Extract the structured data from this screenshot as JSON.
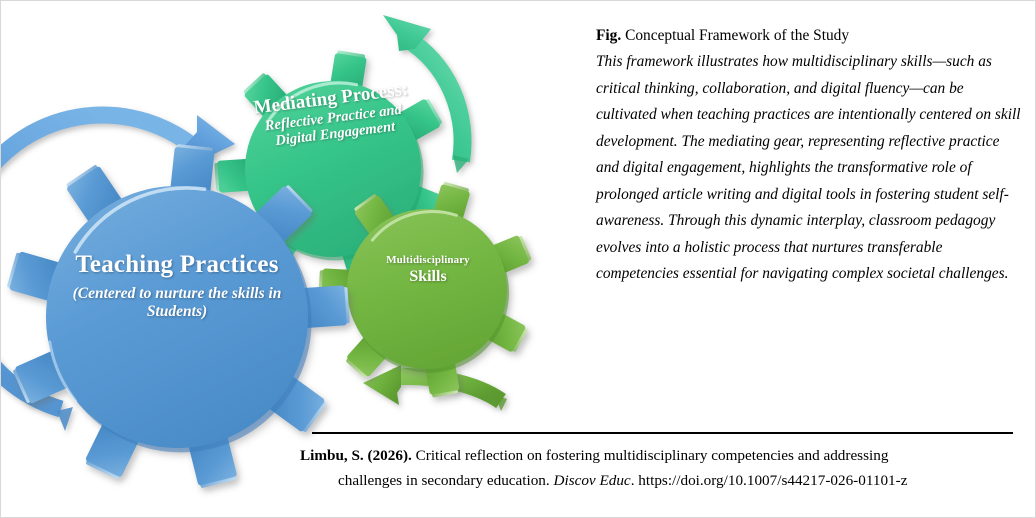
{
  "figure": {
    "caption_label": "Fig.",
    "caption_title": " Conceptual Framework of the Study",
    "caption_body": "This framework illustrates how multidisciplinary skills—such as critical thinking, collaboration, and digital fluency—can be cultivated when teaching practices are intentionally centered on skill development. The mediating gear, representing reflective practice and digital engagement, highlights the transformative role of prolonged article writing and digital tools in fostering student self-awareness. Through this dynamic interplay, classroom pedagogy evolves into a holistic process that nurtures transferable competencies essential for navigating complex societal challenges."
  },
  "diagram": {
    "gears": [
      {
        "id": "teaching-practices",
        "title": "Teaching Practices",
        "subtitle": "(Centered to nurture the skills in Students)",
        "color": "#5b9bd5",
        "color_dark": "#3d7ebb",
        "color_light": "#7fb4e0"
      },
      {
        "id": "mediating-process",
        "title": "Mediating Process:",
        "subtitle": "Reflective Practice and Digital Engagement",
        "color": "#35c489",
        "color_dark": "#21a56d",
        "color_light": "#62d7a6"
      },
      {
        "id": "multidisciplinary-skills",
        "title": "Multidisciplinary",
        "subtitle": "Skills",
        "color": "#74b743",
        "color_dark": "#55932b",
        "color_light": "#92c966"
      }
    ],
    "arrows": [
      {
        "id": "blue-arrow",
        "color": "#5b9bd5",
        "direction": "counter-clockwise-left"
      },
      {
        "id": "teal-arrow",
        "color": "#35c489",
        "direction": "counter-clockwise-top"
      },
      {
        "id": "green-arrow",
        "color": "#74b743",
        "direction": "leftward-bottom"
      }
    ]
  },
  "citation": {
    "author_year": "Limbu, S. (2026).",
    "line1_rest": " Critical reflection on fostering multidisciplinary competencies and addressing",
    "line2_pre": "challenges in secondary education. ",
    "journal": "Discov Educ",
    "line2_post": ". https://doi.org/10.1007/s44217-026-01101-z"
  }
}
